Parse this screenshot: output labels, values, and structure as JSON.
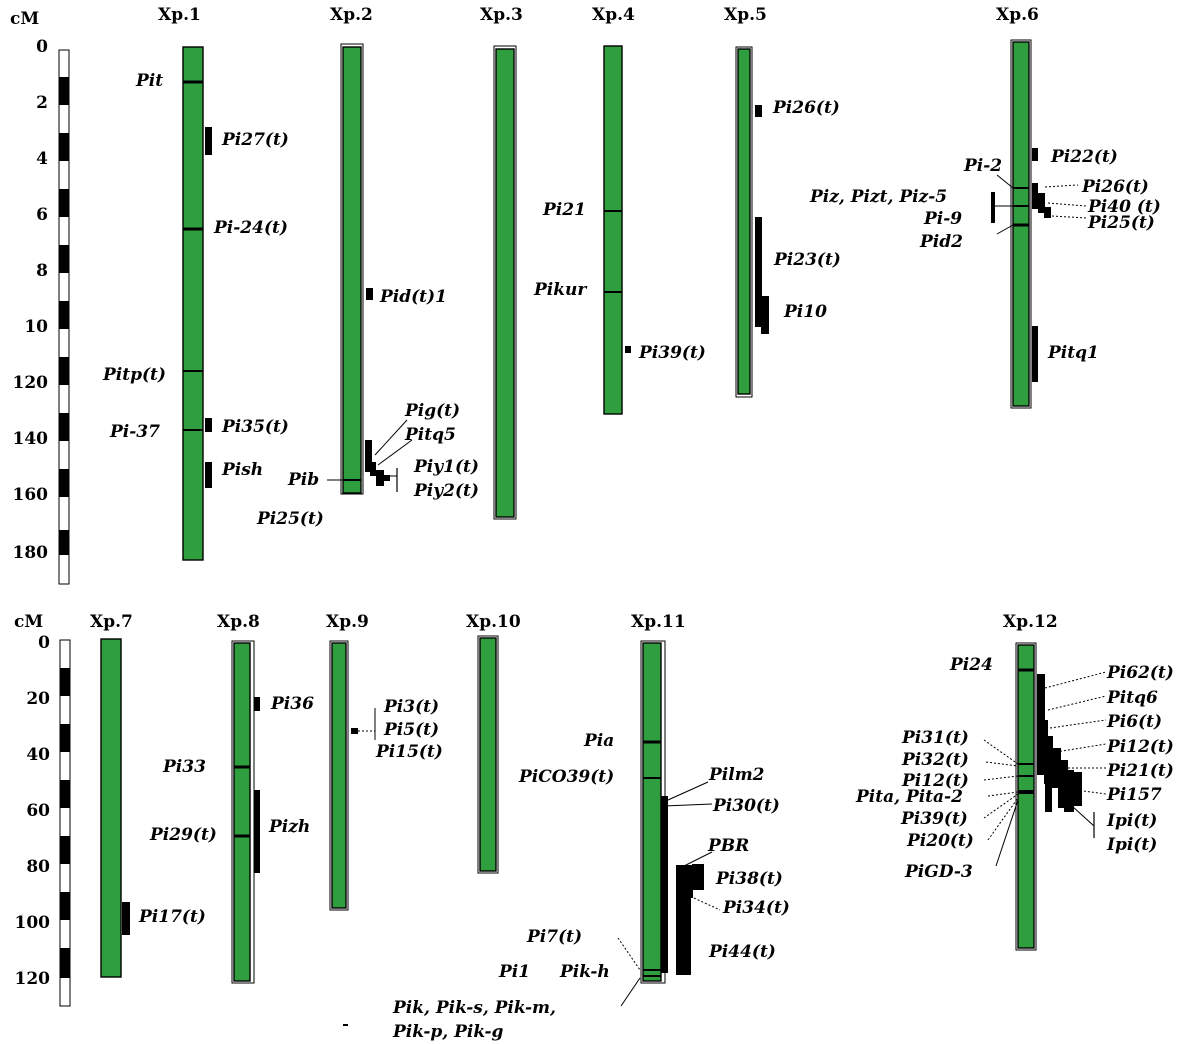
{
  "unit_label": "cM",
  "colors": {
    "chromosome": "#2e9e3e",
    "marker": "#000000",
    "background": "#ffffff"
  },
  "panels": [
    {
      "name": "top",
      "ticks": [
        "0",
        "2",
        "4",
        "6",
        "8",
        "10",
        "120",
        "140",
        "160",
        "180"
      ]
    },
    {
      "name": "bottom",
      "ticks": [
        "0",
        "20",
        "40",
        "60",
        "80",
        "100",
        "120"
      ]
    }
  ],
  "chromosomes": [
    {
      "id": "c1",
      "title": "Xp.1",
      "labels": [
        {
          "id": "pit",
          "text": "Pit"
        },
        {
          "id": "pi27",
          "text": "Pi27(t)"
        },
        {
          "id": "pi24",
          "text": "Pi-24(t)"
        },
        {
          "id": "pitp",
          "text": "Pitp(t)"
        },
        {
          "id": "pi37",
          "text": "Pi-37"
        },
        {
          "id": "pi35",
          "text": "Pi35(t)"
        },
        {
          "id": "pish",
          "text": "Pish"
        }
      ]
    },
    {
      "id": "c2",
      "title": "Xp.2",
      "labels": [
        {
          "id": "pidt1",
          "text": "Pid(t)1"
        },
        {
          "id": "pig",
          "text": "Pig(t)"
        },
        {
          "id": "pitq5",
          "text": "Pitq5"
        },
        {
          "id": "piy1",
          "text": "Piy1(t)"
        },
        {
          "id": "piy2",
          "text": "Piy2(t)"
        },
        {
          "id": "pib",
          "text": "Pib"
        },
        {
          "id": "pi25",
          "text": "Pi25(t)"
        }
      ]
    },
    {
      "id": "c3",
      "title": "Xp.3",
      "labels": []
    },
    {
      "id": "c4",
      "title": "Xp.4",
      "labels": [
        {
          "id": "pi21",
          "text": "Pi21"
        },
        {
          "id": "pikur",
          "text": "Pikur"
        },
        {
          "id": "pi39",
          "text": "Pi39(t)"
        }
      ]
    },
    {
      "id": "c5",
      "title": "Xp.5",
      "labels": [
        {
          "id": "pi26",
          "text": "Pi26(t)"
        },
        {
          "id": "pi23",
          "text": "Pi23(t)"
        },
        {
          "id": "pi10",
          "text": "Pi10"
        }
      ]
    },
    {
      "id": "c6",
      "title": "Xp.6",
      "labels": [
        {
          "id": "pi22",
          "text": "Pi22(t)"
        },
        {
          "id": "pi2",
          "text": "Pi-2"
        },
        {
          "id": "piz",
          "text": "Piz, Pizt, Piz-5"
        },
        {
          "id": "pi9",
          "text": "Pi-9"
        },
        {
          "id": "pid2",
          "text": "Pid2"
        },
        {
          "id": "pi26b",
          "text": "Pi26(t)"
        },
        {
          "id": "pi40",
          "text": "Pi40 (t)"
        },
        {
          "id": "pi25b",
          "text": "Pi25(t)"
        },
        {
          "id": "pitq1",
          "text": "Pitq1"
        }
      ]
    },
    {
      "id": "c7",
      "title": "Xp.7",
      "labels": [
        {
          "id": "pi17",
          "text": "Pi17(t)"
        }
      ]
    },
    {
      "id": "c8",
      "title": "Xp.8",
      "labels": [
        {
          "id": "pi36",
          "text": "Pi36"
        },
        {
          "id": "pi33",
          "text": "Pi33"
        },
        {
          "id": "pi29",
          "text": "Pi29(t)"
        },
        {
          "id": "pizh",
          "text": "Pizh"
        }
      ]
    },
    {
      "id": "c9",
      "title": "Xp.9",
      "labels": [
        {
          "id": "pi3",
          "text": "Pi3(t)"
        },
        {
          "id": "pi5",
          "text": "Pi5(t)"
        },
        {
          "id": "pi15",
          "text": "Pi15(t)"
        }
      ]
    },
    {
      "id": "c10",
      "title": "Xp.10",
      "labels": []
    },
    {
      "id": "c11",
      "title": "Xp.11",
      "labels": [
        {
          "id": "pia",
          "text": "Pia"
        },
        {
          "id": "pico39",
          "text": "PiCO39(t)"
        },
        {
          "id": "pilm2",
          "text": "Pilm2"
        },
        {
          "id": "pi30",
          "text": "Pi30(t)"
        },
        {
          "id": "pbr",
          "text": "PBR"
        },
        {
          "id": "pi38",
          "text": "Pi38(t)"
        },
        {
          "id": "pi34",
          "text": "Pi34(t)"
        },
        {
          "id": "pi44",
          "text": "Pi44(t)"
        },
        {
          "id": "pi7",
          "text": "Pi7(t)"
        },
        {
          "id": "pi1",
          "text": "Pi1"
        },
        {
          "id": "pikh",
          "text": "Pik-h"
        },
        {
          "id": "pik1",
          "text": "Pik, Pik-s, Pik-m,"
        },
        {
          "id": "pik2",
          "text": "Pik-p, Pik-g"
        }
      ]
    },
    {
      "id": "c12",
      "title": "Xp.12",
      "labels": [
        {
          "id": "pi24b",
          "text": "Pi24"
        },
        {
          "id": "pi62",
          "text": "Pi62(t)"
        },
        {
          "id": "pitq6",
          "text": "Pitq6"
        },
        {
          "id": "pi6",
          "text": "Pi6(t)"
        },
        {
          "id": "pi31",
          "text": "Pi31(t)"
        },
        {
          "id": "pi12a",
          "text": "Pi12(t)"
        },
        {
          "id": "pi32",
          "text": "Pi32(t)"
        },
        {
          "id": "pi21b",
          "text": "Pi21(t)"
        },
        {
          "id": "pi12b",
          "text": "Pi12(t)"
        },
        {
          "id": "pita",
          "text": "Pita, Pita-2"
        },
        {
          "id": "pi157",
          "text": "Pi157"
        },
        {
          "id": "pi39b",
          "text": "Pi39(t)"
        },
        {
          "id": "ipi1",
          "text": "Ipi(t)"
        },
        {
          "id": "pi20",
          "text": "Pi20(t)"
        },
        {
          "id": "ipi2",
          "text": "Ipi(t)"
        },
        {
          "id": "pigd3",
          "text": "PiGD-3"
        }
      ]
    }
  ]
}
